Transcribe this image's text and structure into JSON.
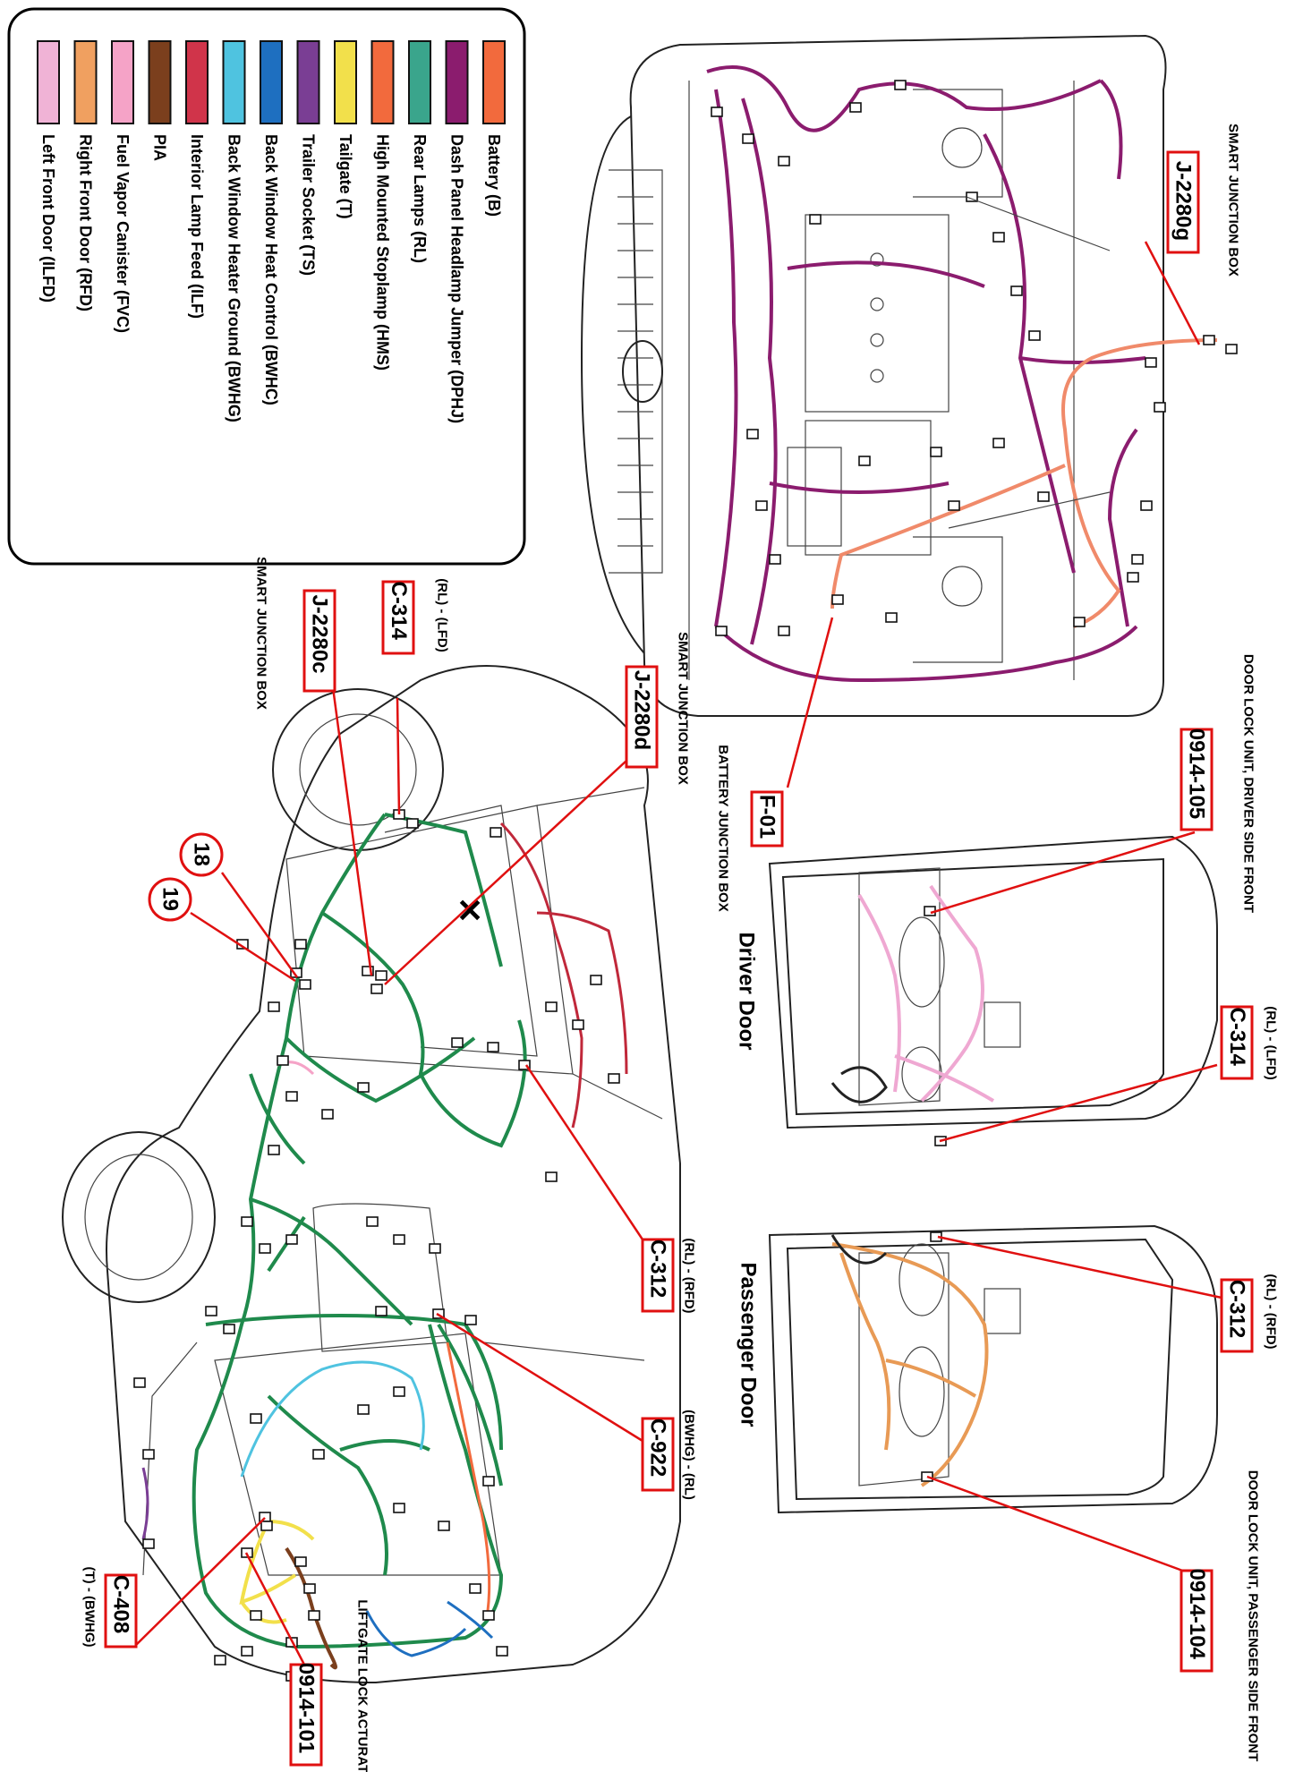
{
  "legend": {
    "items": [
      {
        "label": "Battery (B)",
        "color": "#f26a3d"
      },
      {
        "label": "Dash Panel Headlamp Jumper (DPHJ)",
        "color": "#8b1c6e"
      },
      {
        "label": "Rear Lamps (RL)",
        "color": "#3aa58c"
      },
      {
        "label": "High Mounted Stoplamp (HMS)",
        "color": "#f26a3d"
      },
      {
        "label": "Tailgate (T)",
        "color": "#f2e04b"
      },
      {
        "label": "Trailer Socket  (TS)",
        "color": "#7a3e94"
      },
      {
        "label": "Back Window Heat Control (BWHC)",
        "color": "#1e6fc0"
      },
      {
        "label": "Back Window Heater Ground (BWHG)",
        "color": "#4fc3e0"
      },
      {
        "label": "Interior Lamp Feed (ILF)",
        "color": "#d0344a"
      },
      {
        "label": "PIA",
        "color": "#7b3f1d"
      },
      {
        "label": "Fuel Vapor Canister (FVC)",
        "color": "#f5a3c7"
      },
      {
        "label": "Right Front Door (RFD)",
        "color": "#f0a060"
      },
      {
        "label": "Left Front Door (ILFD)",
        "color": "#f0b3d6"
      }
    ]
  },
  "engine_bay": {
    "callouts": [
      {
        "code": "J-2280g",
        "desc": "SMART JUNCTION BOX"
      },
      {
        "code": "F-01",
        "desc": "BATTERY JUNCTION BOX"
      }
    ]
  },
  "driver_door": {
    "title": "Driver Door",
    "callouts": [
      {
        "code": "0914-105",
        "desc": "DOOR LOCK UNIT, DRIVER SIDE FRONT"
      },
      {
        "code": "C-314",
        "desc": "(RL) - (LFD)"
      }
    ]
  },
  "passenger_door": {
    "title": "Passenger Door",
    "callouts": [
      {
        "code": "C-312",
        "desc": "(RL) - (RFD)"
      },
      {
        "code": "0914-104",
        "desc": "DOOR LOCK UNIT, PASSENGER SIDE FRONT"
      }
    ]
  },
  "body": {
    "callouts": [
      {
        "code": "C-314",
        "desc": "(RL) - (LFD)"
      },
      {
        "code": "J-2280c",
        "desc": "SMART JUNCTION BOX"
      },
      {
        "code": "J-2280d",
        "desc": "SMART JUNCTION BOX"
      },
      {
        "code": "C-312",
        "desc": "(RL) - (RFD)"
      },
      {
        "code": "C-922",
        "desc": "(BWHG) - (RL)"
      },
      {
        "code": "C-408",
        "desc": "(T) - (BWHG)"
      },
      {
        "code": "0914-101",
        "desc": "LIFTGATE LOCK ACTURATOR"
      }
    ],
    "markers": [
      "18",
      "19"
    ]
  },
  "colors": {
    "callout_red": "#e01010",
    "harness_green": "#1f8a4c",
    "harness_purple": "#8b1c6e",
    "harness_salmon": "#f08a6a",
    "harness_pink": "#efa8d2",
    "harness_orange": "#e89a55"
  }
}
